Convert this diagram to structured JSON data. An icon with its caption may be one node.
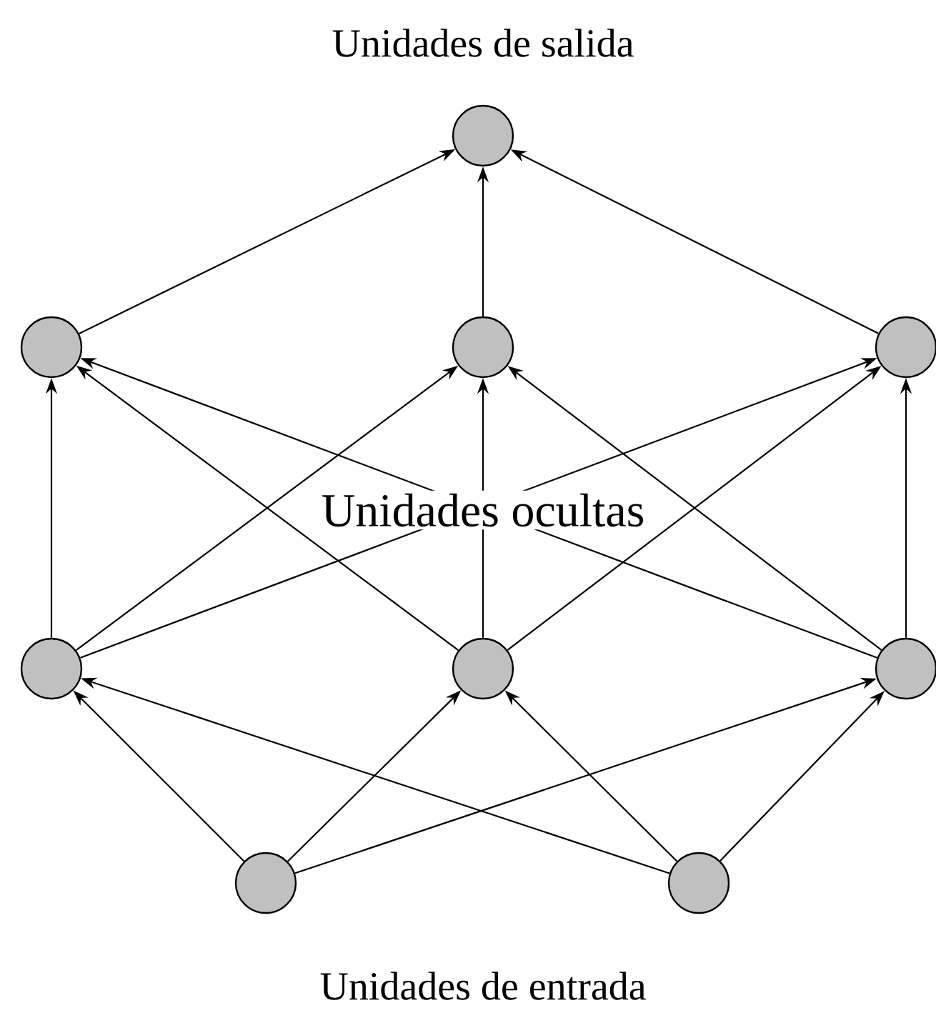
{
  "diagram": {
    "nodes": [
      {
        "text": [],
        "shape": "circle"
      },
      {
        "text": [],
        "shape": "circle"
      },
      {
        "text": [],
        "shape": "circle"
      },
      {
        "text": [],
        "shape": "circle"
      },
      {
        "text": [],
        "shape": "circle"
      },
      {
        "text": [],
        "shape": "circle"
      },
      {
        "text": [],
        "shape": "circle"
      },
      {
        "text": [],
        "shape": "circle"
      },
      {
        "text": [],
        "shape": "circle"
      }
    ],
    "edges": [
      {
        "from": 1,
        "to": 0,
        "arrow": "to"
      },
      {
        "from": 2,
        "to": 0,
        "arrow": "to"
      },
      {
        "from": 3,
        "to": 0,
        "arrow": "to"
      },
      {
        "from": 4,
        "to": 1,
        "arrow": "to"
      },
      {
        "from": 4,
        "to": 2,
        "arrow": "to"
      },
      {
        "from": 4,
        "to": 3,
        "arrow": "to"
      },
      {
        "from": 5,
        "to": 1,
        "arrow": "to"
      },
      {
        "from": 5,
        "to": 2,
        "arrow": "to"
      },
      {
        "from": 5,
        "to": 3,
        "arrow": "to"
      },
      {
        "from": 6,
        "to": 1,
        "arrow": "to"
      },
      {
        "from": 6,
        "to": 2,
        "arrow": "to"
      },
      {
        "from": 6,
        "to": 3,
        "arrow": "to"
      },
      {
        "from": 7,
        "to": 4,
        "arrow": "to"
      },
      {
        "from": 7,
        "to": 5,
        "arrow": "to"
      },
      {
        "from": 7,
        "to": 6,
        "arrow": "to"
      },
      {
        "from": 8,
        "to": 4,
        "arrow": "to"
      },
      {
        "from": 8,
        "to": 5,
        "arrow": "to"
      },
      {
        "from": 8,
        "to": 6,
        "arrow": "to"
      }
    ],
    "labels": [
      "Unidades de salida",
      "Unidades ocultas",
      "Unidades de entrada"
    ]
  }
}
